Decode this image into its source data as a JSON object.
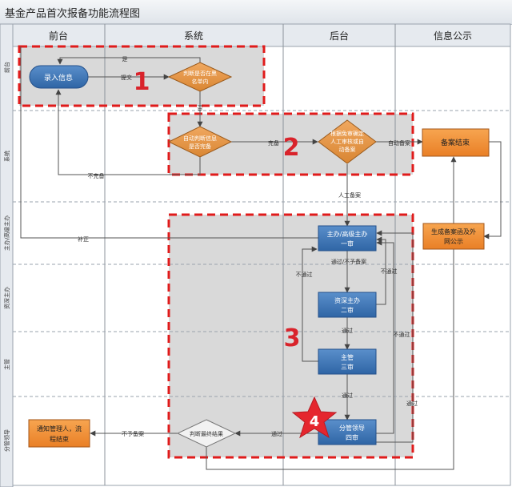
{
  "title": "基金产品首次报备功能流程图",
  "columns": [
    "前台",
    "系统",
    "后台",
    "信息公示"
  ],
  "rows": [
    "前台",
    "系统",
    "主办/高级主办",
    "资深主办",
    "主管",
    "分管领导"
  ],
  "nodes": {
    "enter_info": "录入信息",
    "check_list": [
      "判断是否在黑",
      "名单内"
    ],
    "auto_check": [
      "自动判断信息",
      "是否完备"
    ],
    "judge_review": [
      "根据免审确定",
      "人工审核或自",
      "动备案"
    ],
    "filing_end": "备案结束",
    "publish": [
      "生成备案函及外",
      "网公示"
    ],
    "review1": [
      "主办/高级主办",
      "一审"
    ],
    "review2": [
      "资深主办",
      "二审"
    ],
    "review3": [
      "主管",
      "三审"
    ],
    "review4": [
      "分管领导",
      "四审"
    ],
    "final_judge": "判断最终结果",
    "notify": [
      "通知管理人，流",
      "程结束"
    ]
  },
  "labels": {
    "yes": "是",
    "submit": "提交",
    "no": "否",
    "complete": "完备",
    "incomplete": "不完备",
    "auto_filing": "自动备案",
    "manual_filing": "人工备案",
    "supplement": "补正",
    "pass_or_reject": "通过/不予备案",
    "not_pass": "不通过",
    "pass": "通过",
    "reject": "不予备案"
  },
  "callouts": [
    "1",
    "2",
    "3",
    "4"
  ],
  "colors": {
    "blue": "#3d74b1",
    "orange": "#f0903a",
    "diamond": "#e49545",
    "dash_red": "#e01b1b",
    "callout_red": "#d9232b",
    "lane_fill": "#d9d9d9"
  }
}
